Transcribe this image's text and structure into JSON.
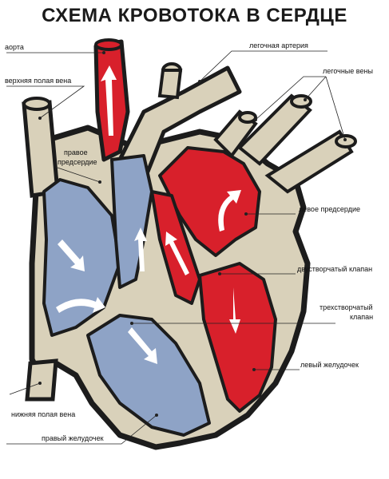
{
  "title": "СХЕМА КРОВОТОКА В СЕРДЦЕ",
  "labels": {
    "aorta": "аорта",
    "superior_vena_cava": "верхняя полая вена",
    "right_atrium_1": "правое",
    "right_atrium_2": "предсердие",
    "inferior_vena_cava": "нижняя полая вена",
    "right_ventricle": "правый желудочек",
    "pulmonary_artery": "легочная артерия",
    "pulmonary_veins": "легочные вены",
    "left_atrium": "левое предсердие",
    "mitral_valve": "двустворчатый клапан",
    "tricuspid_valve_1": "трехстворчатый",
    "tricuspid_valve_2": "клапан",
    "left_ventricle": "левый желудочек"
  },
  "colors": {
    "oxygenated": "#d8202b",
    "deoxygenated": "#8ea3c6",
    "tissue": "#d9d1ba",
    "tissue_edge": "#1c1c1c"
  }
}
